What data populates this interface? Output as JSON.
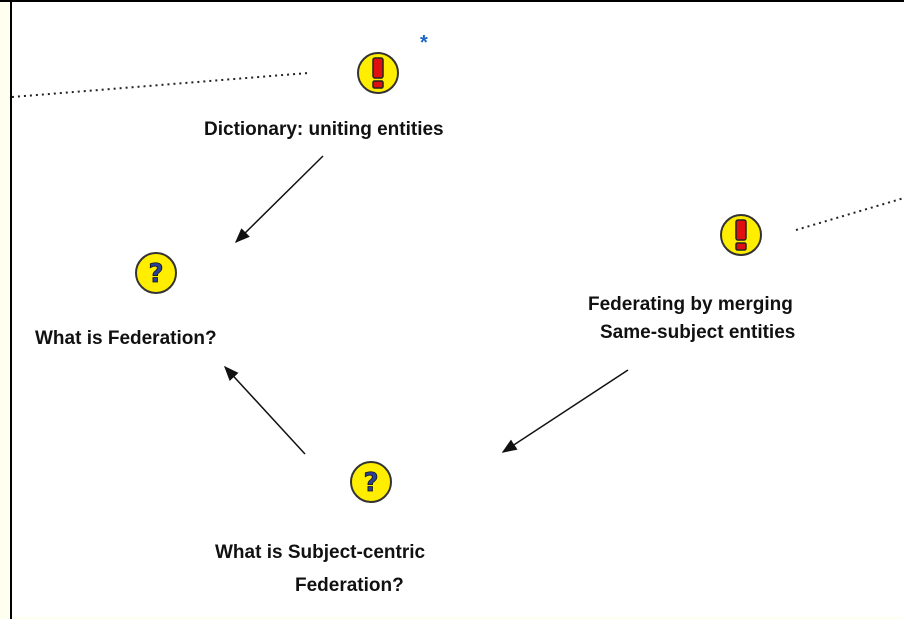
{
  "nodes": {
    "dictionary": {
      "label": "Dictionary: uniting entities",
      "icon": "exclamation-icon",
      "marker": "*"
    },
    "what_is_federation": {
      "label": "What is Federation?",
      "icon": "question-icon"
    },
    "federating_by_merging": {
      "label_line1": "Federating by merging",
      "label_line2": "Same-subject entities",
      "icon": "exclamation-icon"
    },
    "subject_centric": {
      "label_line1": "What is Subject-centric",
      "label_line2": "Federation?",
      "icon": "question-icon"
    }
  },
  "colors": {
    "icon_fill": "#ffee00",
    "icon_stroke": "#333333",
    "exclamation_glyph": "#e01010",
    "question_glyph": "#2a3f9a",
    "marker": "#1a66c2",
    "background": "#ffffff",
    "frame": "#000000"
  }
}
